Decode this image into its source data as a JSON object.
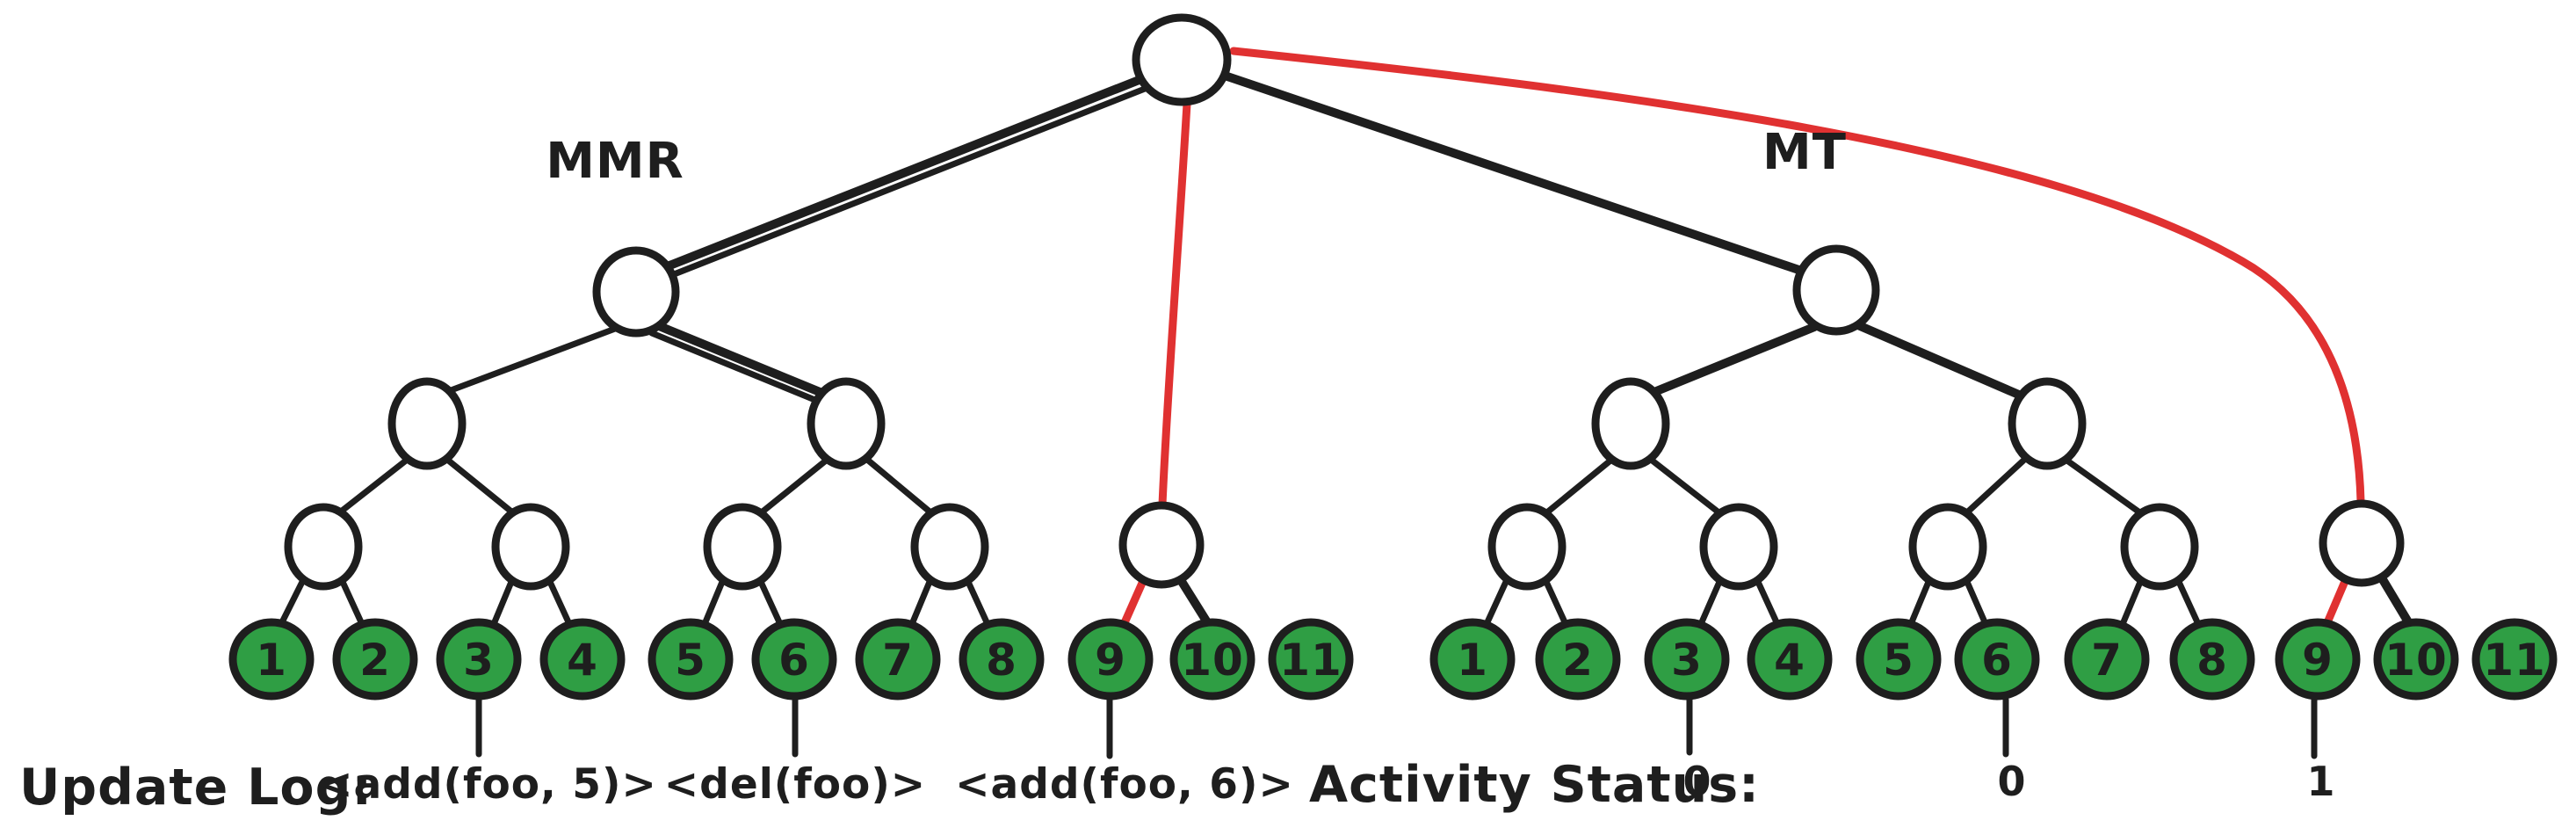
{
  "diagram": {
    "background_color": "#ffffff",
    "ink_color": "#1e1e1e",
    "leaf_fill_color": "#2f9e44",
    "highlight_color": "#e03131",
    "trees": [
      {
        "id": "mmr",
        "label": "MMR",
        "leaves": [
          "1",
          "2",
          "3",
          "4",
          "5",
          "6",
          "7",
          "8",
          "9",
          "10",
          "11"
        ]
      },
      {
        "id": "mt",
        "label": "MT",
        "leaves": [
          "1",
          "2",
          "3",
          "4",
          "5",
          "6",
          "7",
          "8",
          "9",
          "10",
          "11"
        ]
      }
    ],
    "update_log": {
      "label": "Update Log:",
      "entries": [
        "<add(foo, 5)>",
        "<del(foo)>",
        "<add(foo, 6)>"
      ]
    },
    "activity_status": {
      "label": "Activity Status:",
      "values": [
        "0",
        "0",
        "1"
      ]
    }
  }
}
